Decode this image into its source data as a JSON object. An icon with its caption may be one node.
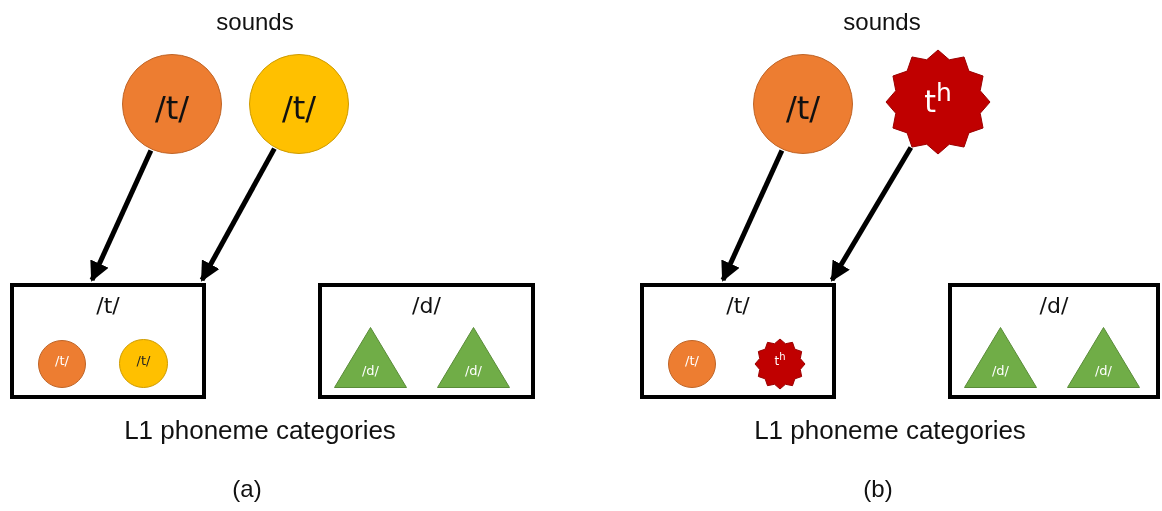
{
  "diagram": {
    "nodes": [
      {
        "text": [
          "/t/"
        ]
      },
      {
        "text": [
          "/t/"
        ]
      },
      {
        "text": [
          "/t/"
        ]
      },
      {
        "text": [
          "/t/"
        ],
        "in": 2
      },
      {
        "text": [
          "/t/"
        ],
        "in": 2
      },
      {
        "text": [
          "/d/"
        ]
      },
      {
        "text": [
          "/d/"
        ],
        "in": 5
      },
      {
        "text": [
          "/d/"
        ],
        "in": 5
      },
      {
        "text": [
          "/t/"
        ]
      },
      {
        "text": [
          "t$^{h}$"
        ]
      },
      {
        "text": [
          "/t/"
        ]
      },
      {
        "text": [
          "/t/"
        ],
        "in": 10
      },
      {
        "text": [
          "t$^{h}$"
        ],
        "in": 10
      },
      {
        "text": [
          "/d/"
        ]
      },
      {
        "text": [
          "/d/"
        ],
        "in": 13
      },
      {
        "text": [
          "/d/"
        ],
        "in": 13
      }
    ],
    "edges": [
      {
        "from": 0,
        "to": 2,
        "arrow": "to"
      },
      {
        "from": 1,
        "to": 2,
        "arrow": "to"
      },
      {
        "from": 8,
        "to": 10,
        "arrow": "to"
      },
      {
        "from": 9,
        "to": 10,
        "arrow": "to"
      }
    ],
    "labels": [
      "sounds",
      "L1 phoneme categories",
      "(a)",
      "sounds",
      "L1 phoneme categories",
      "(b)"
    ]
  }
}
